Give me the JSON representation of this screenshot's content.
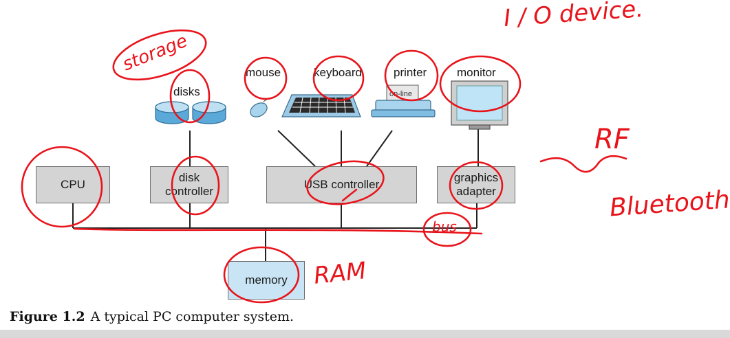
{
  "boxes": {
    "cpu": "CPU",
    "disk_controller_1": "disk",
    "disk_controller_2": "controller",
    "usb_controller": "USB controller",
    "graphics_adapter_1": "graphics",
    "graphics_adapter_2": "adapter",
    "memory": "memory"
  },
  "devices": {
    "disks": "disks",
    "mouse": "mouse",
    "keyboard": "keyboard",
    "printer": "printer",
    "printer_screen": "on-line",
    "monitor": "monitor"
  },
  "caption": {
    "number": "Figure 1.2",
    "text": "A typical PC computer system."
  },
  "annotations": {
    "storage": "storage",
    "io_device": "I / O device.",
    "rf": "RF",
    "bluetooth": "Bluetooth.",
    "ram": "RAM",
    "bus": "bus"
  },
  "colors": {
    "box_fill": "#d4d4d4",
    "memory_fill": "#c9e4f5",
    "ink": "#e8141b"
  }
}
